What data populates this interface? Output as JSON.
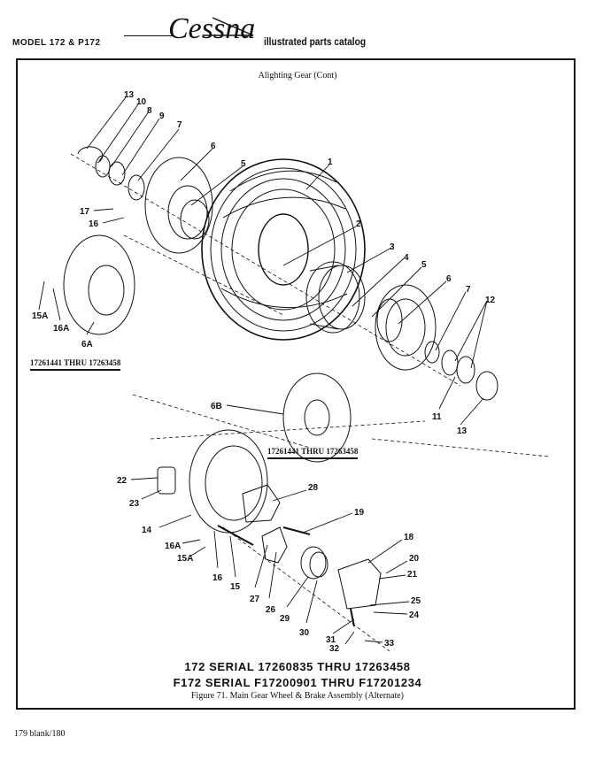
{
  "header": {
    "model": "MODEL 172 & P172",
    "brand": "Cessna",
    "catalog": "illustrated parts catalog"
  },
  "section_title": "Alighting Gear (Cont)",
  "serial_range_a": "17261441 THRU 17263458",
  "serial_range_b": "17261441 THRU 17263458",
  "callouts": [
    "13",
    "10",
    "8",
    "9",
    "7",
    "6",
    "5",
    "1",
    "17",
    "16",
    "2",
    "3",
    "4",
    "5",
    "6",
    "7",
    "12",
    "15A",
    "16A",
    "6A",
    "11",
    "13",
    "6B",
    "22",
    "23",
    "28",
    "19",
    "14",
    "18",
    "16A",
    "15A",
    "20",
    "21",
    "16",
    "15",
    "27",
    "26",
    "29",
    "30",
    "25",
    "24",
    "31",
    "32",
    "33"
  ],
  "serial_line_1": "172 SERIAL 17260835 THRU 17263458",
  "serial_line_2": "F172 SERIAL F17200901 THRU F17201234",
  "figure_caption": "Figure 71.  Main Gear Wheel & Brake Assembly (Alternate)",
  "page_number": "179 blank/180"
}
